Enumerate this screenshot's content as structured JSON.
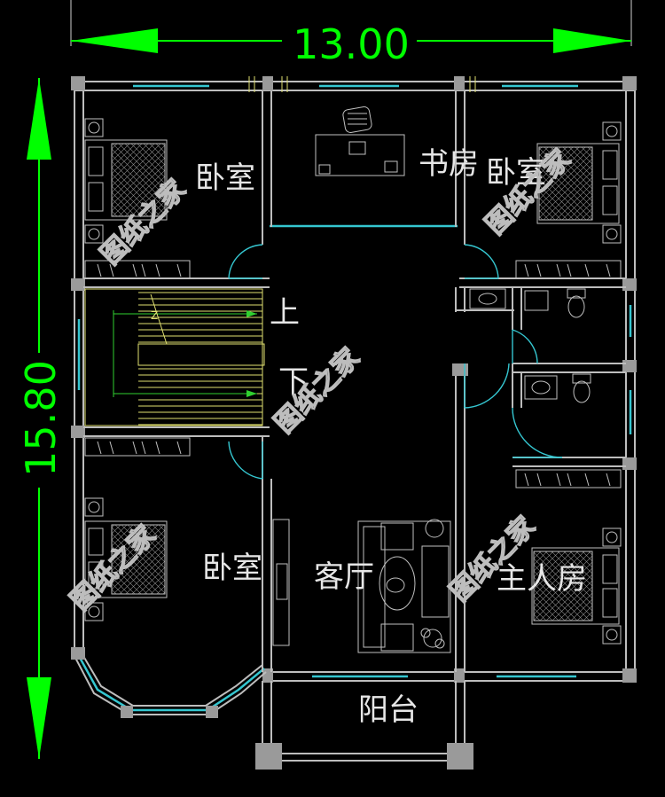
{
  "dimensions": {
    "width": "13.00",
    "height": "15.80"
  },
  "rooms": {
    "bedroom_top_left": "卧室",
    "study": "书房",
    "bedroom_top_right": "卧室",
    "bedroom_bottom_left": "卧室",
    "living_room": "客厅",
    "master_bedroom": "主人房",
    "balcony": "阳台"
  },
  "stair": {
    "up": "上",
    "down": "下",
    "marker": "Z"
  },
  "watermark": "图纸之家",
  "colors": {
    "background": "#000000",
    "dimension": "#00ff00",
    "window": "#35c6d0",
    "stair": "#e0e070",
    "wall": "#bdbdbd"
  }
}
